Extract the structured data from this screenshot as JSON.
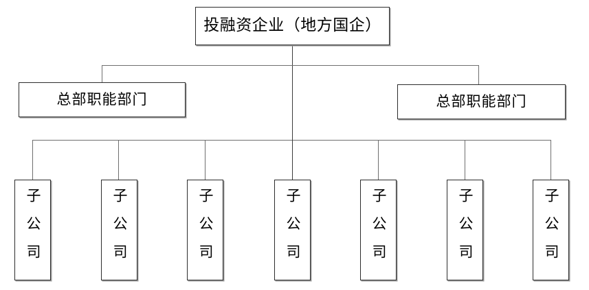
{
  "chart_data": {
    "type": "diagram",
    "diagram_kind": "organization-chart",
    "title": "",
    "orientation": "top-down",
    "levels": 3,
    "nodes": [
      {
        "id": "root",
        "label": "投融资企业（地方国企）",
        "level": 1,
        "orientation": "horizontal"
      },
      {
        "id": "dept1",
        "label": "总部职能部门",
        "level": 2,
        "orientation": "horizontal"
      },
      {
        "id": "dept2",
        "label": "总部职能部门",
        "level": 2,
        "orientation": "horizontal"
      },
      {
        "id": "sub1",
        "label": "子公司",
        "level": 3,
        "orientation": "vertical"
      },
      {
        "id": "sub2",
        "label": "子公司",
        "level": 3,
        "orientation": "vertical"
      },
      {
        "id": "sub3",
        "label": "子公司",
        "level": 3,
        "orientation": "vertical"
      },
      {
        "id": "sub4",
        "label": "子公司",
        "level": 3,
        "orientation": "vertical"
      },
      {
        "id": "sub5",
        "label": "子公司",
        "level": 3,
        "orientation": "vertical"
      },
      {
        "id": "sub6",
        "label": "子公司",
        "level": 3,
        "orientation": "vertical"
      },
      {
        "id": "sub7",
        "label": "子公司",
        "level": 3,
        "orientation": "vertical"
      }
    ],
    "edges": [
      {
        "from": "root",
        "to": "dept1"
      },
      {
        "from": "root",
        "to": "dept2"
      },
      {
        "from": "root",
        "to": "sub1"
      },
      {
        "from": "root",
        "to": "sub2"
      },
      {
        "from": "root",
        "to": "sub3"
      },
      {
        "from": "root",
        "to": "sub4"
      },
      {
        "from": "root",
        "to": "sub5"
      },
      {
        "from": "root",
        "to": "sub6"
      },
      {
        "from": "root",
        "to": "sub7"
      }
    ],
    "colors": {
      "box_border": "#2b2b2b",
      "box_fill": "#ffffff",
      "box_shadow": "#9a9a9a",
      "connector": "#6e6e6e",
      "text": "#000000",
      "background": "#ffffff"
    }
  },
  "root": {
    "label": "投融资企业（地方国企）"
  },
  "departments": [
    {
      "label": "总部职能部门"
    },
    {
      "label": "总部职能部门"
    }
  ],
  "subsidiaries": [
    {
      "label": "子公司"
    },
    {
      "label": "子公司"
    },
    {
      "label": "子公司"
    },
    {
      "label": "子公司"
    },
    {
      "label": "子公司"
    },
    {
      "label": "子公司"
    },
    {
      "label": "子公司"
    }
  ]
}
